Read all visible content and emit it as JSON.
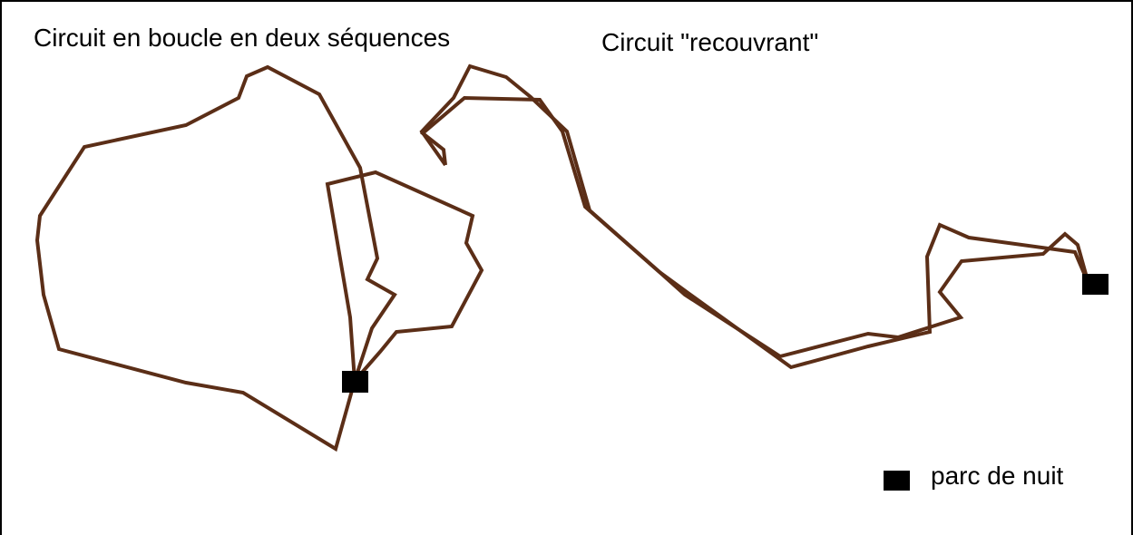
{
  "titles": {
    "loop_circuit": "Circuit en boucle en deux séquences",
    "overlap_circuit": "Circuit \"recouvrant\""
  },
  "legend": {
    "depot_label": "parc de nuit",
    "depot_symbol": "black-square"
  },
  "colors": {
    "route": "#5b2e17",
    "depot": "#000000"
  }
}
